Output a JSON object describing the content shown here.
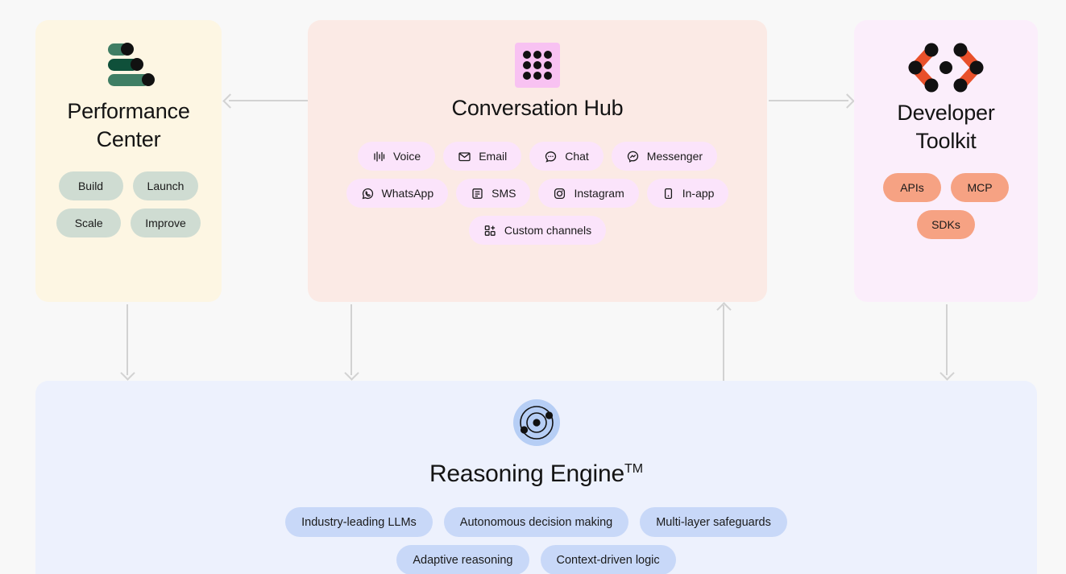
{
  "panels": {
    "performance": {
      "title_line1": "Performance",
      "title_line2": "Center",
      "icon": "sliders-icon",
      "accent": "#2c6b52",
      "background": "#fdf6e3",
      "chip_color": "#cfdcd2",
      "chips": [
        "Build",
        "Launch",
        "Scale",
        "Improve"
      ]
    },
    "hub": {
      "title": "Conversation Hub",
      "icon": "grid-dots-icon",
      "background": "#fbeae5",
      "icon_background": "#f8c2f2",
      "chip_color": "#fbe4fb",
      "channels": [
        {
          "label": "Voice",
          "icon": "waveform-icon"
        },
        {
          "label": "Email",
          "icon": "envelope-icon"
        },
        {
          "label": "Chat",
          "icon": "chat-bubble-icon"
        },
        {
          "label": "Messenger",
          "icon": "messenger-icon"
        },
        {
          "label": "WhatsApp",
          "icon": "whatsapp-icon"
        },
        {
          "label": "SMS",
          "icon": "sms-icon"
        },
        {
          "label": "Instagram",
          "icon": "instagram-icon"
        },
        {
          "label": "In-app",
          "icon": "mobile-icon"
        },
        {
          "label": "Custom channels",
          "icon": "add-grid-icon"
        }
      ]
    },
    "developer": {
      "title_line1": "Developer",
      "title_line2": "Toolkit",
      "icon": "code-brackets-icon",
      "accent": "#e8502a",
      "background": "#fbeefb",
      "chip_color": "#f6a283",
      "chips": [
        "APIs",
        "MCP",
        "SDKs"
      ]
    },
    "reasoning": {
      "title": "Reasoning Engine",
      "trademark": "TM",
      "icon": "orbit-icon",
      "background": "#edf1fd",
      "icon_background": "#b6cef5",
      "chip_color": "#c8d8f8",
      "chips_row1": [
        "Industry-leading LLMs",
        "Autonomous decision making",
        "Multi-layer safeguards"
      ],
      "chips_row2": [
        "Adaptive reasoning",
        "Context-driven logic"
      ]
    }
  },
  "arrows": {
    "color": "#d2d2d2",
    "hub_to_performance": "left",
    "hub_to_developer": "right",
    "performance_to_reasoning": "down",
    "hub_to_reasoning": "down",
    "reasoning_to_hub": "up",
    "developer_to_reasoning": "down"
  }
}
